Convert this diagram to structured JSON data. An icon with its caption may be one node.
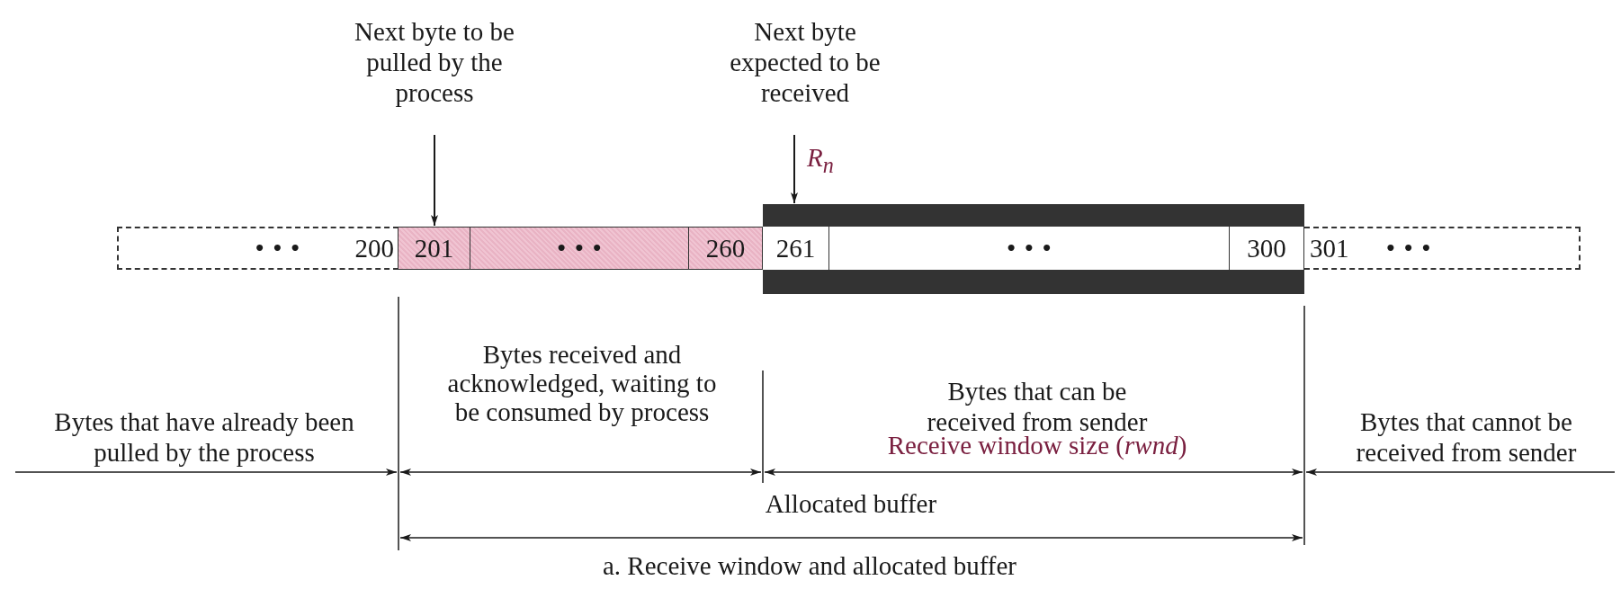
{
  "diagram": {
    "caption": "a. Receive window and allocated buffer",
    "nodes": [
      {
        "text": [
          "Next byte to be pulled by the process"
        ]
      },
      {
        "text": [
          "Next byte expected to be received"
        ]
      },
      {
        "text": [
          "• • •",
          "200"
        ]
      },
      {
        "text": [
          "201"
        ]
      },
      {
        "text": [
          "• • •"
        ]
      },
      {
        "text": [
          "260"
        ]
      },
      {
        "text": [],
        "shape": "box"
      },
      {
        "text": [
          "261"
        ],
        "in": 6
      },
      {
        "text": [
          "• • •"
        ],
        "in": 6
      },
      {
        "text": [
          "300"
        ],
        "in": 6
      },
      {
        "text": [
          "301",
          "• • •"
        ]
      }
    ],
    "edges": [
      {
        "from": 0,
        "to": 3,
        "arrow": "to"
      },
      {
        "from": 1,
        "to": 6,
        "arrow": "to",
        "label": "R$_{n}$"
      }
    ],
    "labels": [
      "Bytes that have already been pulled by the process",
      "Bytes received and acknowledged, waiting to be consumed by process",
      "Bytes that can be received from sender",
      "Receive window size (*rwnd*)",
      "Bytes that cannot be received from sender",
      "Allocated buffer"
    ]
  }
}
